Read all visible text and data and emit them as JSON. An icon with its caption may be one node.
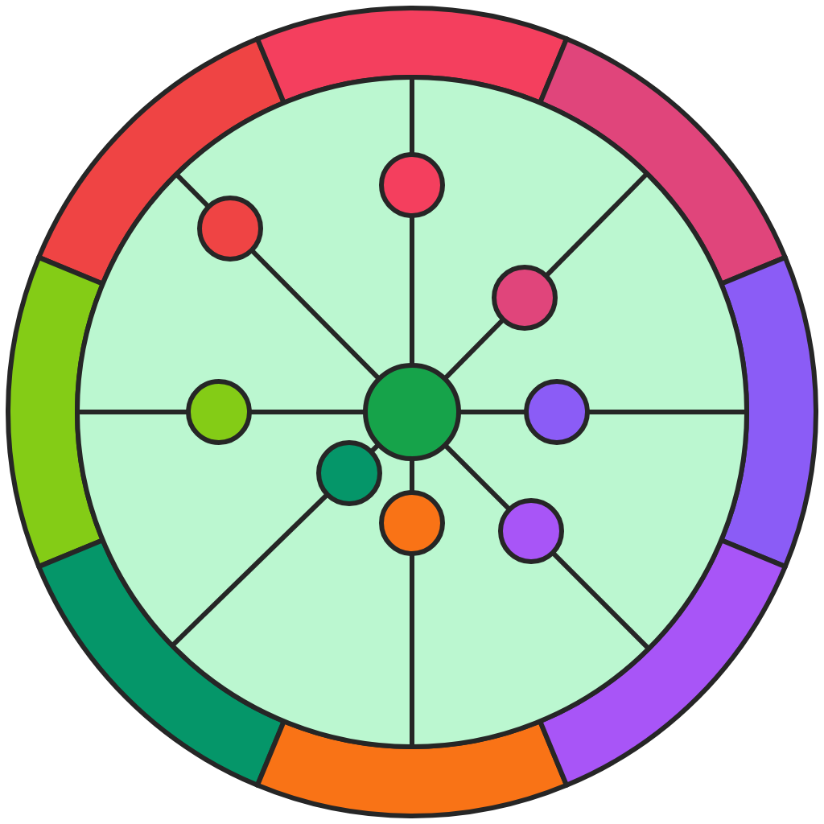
{
  "diagram": {
    "nodes": [
      {
        "text": [],
        "shape": "band"
      },
      {
        "text": [],
        "shape": "band"
      },
      {
        "text": [],
        "shape": "band"
      },
      {
        "text": [],
        "shape": "band"
      },
      {
        "text": [],
        "shape": "band"
      },
      {
        "text": [],
        "shape": "band"
      },
      {
        "text": [],
        "shape": "band"
      },
      {
        "text": [],
        "shape": "band"
      },
      {
        "text": [],
        "shape": "circle"
      },
      {
        "text": [],
        "shape": "circle",
        "in": 8
      },
      {
        "text": [],
        "shape": "circle",
        "in": 8
      },
      {
        "text": [],
        "shape": "circle",
        "in": 8
      },
      {
        "text": [],
        "shape": "circle",
        "in": 8
      },
      {
        "text": [],
        "shape": "circle",
        "in": 8
      },
      {
        "text": [],
        "shape": "circle",
        "in": 8
      },
      {
        "text": [],
        "shape": "circle",
        "in": 8
      },
      {
        "text": [],
        "shape": "circle",
        "in": 8
      },
      {
        "text": [],
        "shape": "circle",
        "in": 8
      }
    ],
    "edges": [
      {
        "from": 13,
        "to": 9,
        "arrow": "none"
      },
      {
        "from": 9,
        "to": 8,
        "arrow": "none"
      },
      {
        "from": 13,
        "to": 10,
        "arrow": "none"
      },
      {
        "from": 10,
        "to": 8,
        "arrow": "none"
      },
      {
        "from": 13,
        "to": 11,
        "arrow": "none"
      },
      {
        "from": 11,
        "to": 8,
        "arrow": "none"
      },
      {
        "from": 13,
        "to": 12,
        "arrow": "none"
      },
      {
        "from": 12,
        "to": 8,
        "arrow": "none"
      },
      {
        "from": 13,
        "to": 14,
        "arrow": "none"
      },
      {
        "from": 14,
        "to": 8,
        "arrow": "none"
      },
      {
        "from": 13,
        "to": 15,
        "arrow": "none"
      },
      {
        "from": 15,
        "to": 8,
        "arrow": "none"
      },
      {
        "from": 13,
        "to": 16,
        "arrow": "none"
      },
      {
        "from": 16,
        "to": 8,
        "arrow": "none"
      },
      {
        "from": 13,
        "to": 17,
        "arrow": "none"
      },
      {
        "from": 17,
        "to": 8,
        "arrow": "none"
      }
    ]
  }
}
